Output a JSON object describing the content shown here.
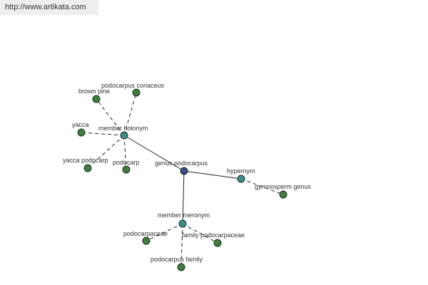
{
  "header": {
    "url": "http://www.artikata.com"
  },
  "graph": {
    "colors": {
      "center": "#3b4a8c",
      "relation": "#3f8a8a",
      "leaf": "#3f7d3f",
      "edge": "#222222",
      "label": "#333333"
    },
    "nodes": [
      {
        "id": "genus-podocarpus",
        "label": "genus podocarpus",
        "kind": "center"
      },
      {
        "id": "member-holonym",
        "label": "member holonym",
        "kind": "relation"
      },
      {
        "id": "hypernym",
        "label": "hypernym",
        "kind": "relation"
      },
      {
        "id": "member-meronym",
        "label": "member meronym",
        "kind": "relation"
      },
      {
        "id": "brown-pine",
        "label": "brown pine",
        "kind": "leaf"
      },
      {
        "id": "podocarpus-coriaceus",
        "label": "podocarpus coriaceus",
        "kind": "leaf"
      },
      {
        "id": "yacca",
        "label": "yacca",
        "kind": "leaf"
      },
      {
        "id": "yacca-podocarp",
        "label": "yacca podocarp",
        "kind": "leaf"
      },
      {
        "id": "podocarp",
        "label": "podocarp",
        "kind": "leaf"
      },
      {
        "id": "gymnosperm-genus",
        "label": "gymnosperm genus",
        "kind": "leaf"
      },
      {
        "id": "podocarpaceae",
        "label": "podocarpaceae",
        "kind": "leaf"
      },
      {
        "id": "family-podocarpaceae",
        "label": "family podocarpaceae",
        "kind": "leaf"
      },
      {
        "id": "podocarpus-family",
        "label": "podocarpus family",
        "kind": "leaf"
      }
    ],
    "edges": [
      {
        "from": "genus-podocarpus",
        "to": "member-holonym",
        "style": "solid"
      },
      {
        "from": "genus-podocarpus",
        "to": "hypernym",
        "style": "solid"
      },
      {
        "from": "genus-podocarpus",
        "to": "member-meronym",
        "style": "solid"
      },
      {
        "from": "member-holonym",
        "to": "brown-pine",
        "style": "dashed"
      },
      {
        "from": "member-holonym",
        "to": "podocarpus-coriaceus",
        "style": "dashed"
      },
      {
        "from": "member-holonym",
        "to": "yacca",
        "style": "dashed"
      },
      {
        "from": "member-holonym",
        "to": "yacca-podocarp",
        "style": "dashed"
      },
      {
        "from": "member-holonym",
        "to": "podocarp",
        "style": "dashed"
      },
      {
        "from": "hypernym",
        "to": "gymnosperm-genus",
        "style": "dashed"
      },
      {
        "from": "member-meronym",
        "to": "podocarpaceae",
        "style": "dashed"
      },
      {
        "from": "member-meronym",
        "to": "family-podocarpaceae",
        "style": "dashed"
      },
      {
        "from": "member-meronym",
        "to": "podocarpus-family",
        "style": "dashed"
      }
    ]
  }
}
